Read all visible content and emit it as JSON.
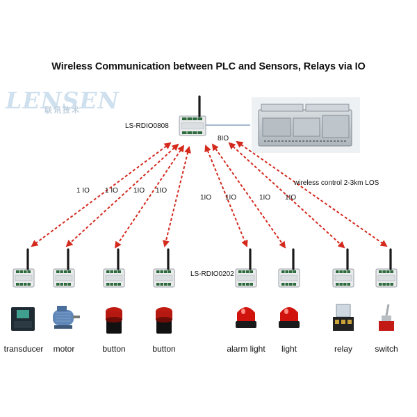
{
  "title": "Wireless Communication between PLC and Sensors, Relays via IO",
  "logo": {
    "text": "LENSEN",
    "chinese": "联讯技术"
  },
  "master": {
    "label": "LS-RDIO0808",
    "link_label": "8IO"
  },
  "slave_model_label": "LS-RDIO0202",
  "wireless_note": "wireless control 2-3km LOS",
  "links": [
    {
      "label": "1 IO"
    },
    {
      "label": "1 IO"
    },
    {
      "label": "1IO"
    },
    {
      "label": "1IO"
    },
    {
      "label": "1IO"
    },
    {
      "label": "1IO"
    },
    {
      "label": "1IO"
    },
    {
      "label": "1IO"
    }
  ],
  "devices": [
    {
      "label": "transducer",
      "icon": "transducer-icon"
    },
    {
      "label": "motor",
      "icon": "motor-icon"
    },
    {
      "label": "button",
      "icon": "push-button-icon"
    },
    {
      "label": "button",
      "icon": "push-button-icon"
    },
    {
      "label": "alarm light",
      "icon": "alarm-light-icon"
    },
    {
      "label": "light",
      "icon": "signal-light-icon"
    },
    {
      "label": "relay",
      "icon": "relay-icon"
    },
    {
      "label": "switch",
      "icon": "toggle-switch-icon"
    }
  ],
  "colors": {
    "link": "#d42a1e",
    "module": "#e9eaec",
    "module_border": "#9aa0a6",
    "plc": "#c9cfd4"
  }
}
